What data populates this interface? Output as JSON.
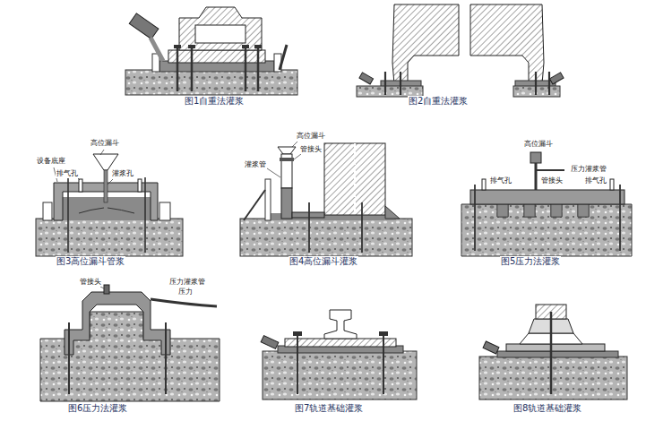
{
  "diagram": {
    "labels": [
      "图1自重法灌浆",
      "图2自重法灌浆",
      "设备底座",
      "高位漏斗",
      "排气孔",
      "灌浆孔",
      "图3高位漏斗管浆",
      "高位漏斗",
      "管接头",
      "灌浆管",
      "图4高位漏斗灌浆",
      "高位漏斗",
      "压力灌浆管",
      "排气孔",
      "管接头",
      "排气孔",
      "图5压力法灌浆",
      "管接头",
      "压力灌浆管",
      "压力",
      "图6压力法灌浆",
      "图7轨道基础灌浆",
      "图8轨道基础灌浆"
    ]
  }
}
